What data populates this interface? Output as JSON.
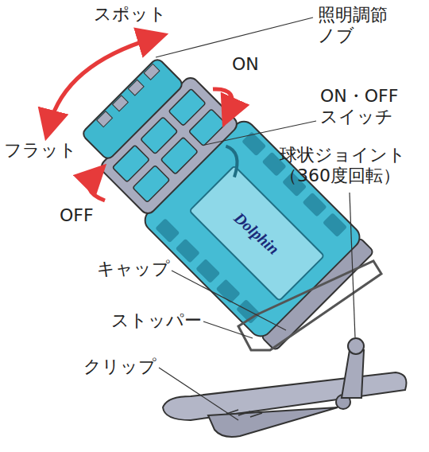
{
  "diagram": {
    "labels": [
      "スポット",
      "照明調節 ノブ",
      "ON",
      "ON・OFF スイッチ",
      "フラット",
      "球状ジョイント （360度回転）",
      "OFF",
      "Dolphin",
      "キャップ",
      "ストッパー",
      "クリップ"
    ]
  }
}
